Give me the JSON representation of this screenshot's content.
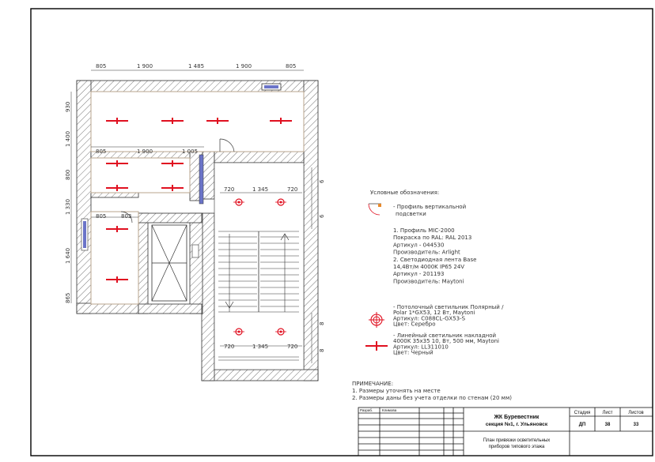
{
  "dimensions": {
    "top_row": [
      "805",
      "1 900",
      "1 485",
      "1 900",
      "805"
    ],
    "second_row": [
      "805",
      "1 900",
      "1 005"
    ],
    "third_row": [
      "805",
      "803"
    ],
    "left_col": [
      "930",
      "1 400",
      "800",
      "1 330",
      "1 640",
      "865"
    ],
    "stair_top": [
      "720",
      "1 345",
      "720"
    ],
    "stair_bottom": [
      "720",
      "1 345",
      "720"
    ],
    "stair_right_top": [
      "6",
      "6"
    ],
    "stair_right_bottom": [
      "8",
      "8"
    ]
  },
  "legend": {
    "title": "Условные обозначения:",
    "profile_label_1": "- Профиль вертикальной",
    "profile_label_2": "подсветки",
    "profile_spec": [
      "1. Профиль MIC-2000",
      "Покраска по RAL: RAL 2013",
      "Артикул -  044530",
      "Производитель: Arlight",
      "2. Светодиодная лента Base",
      "14,4Вт/м 4000K IP65 24V",
      "Артикул - 201193",
      "Производитель: Maytoni"
    ],
    "ceiling_light": [
      "-  Потолочный светильник Полярный /",
      "Polar 1*GX53, 12 Вт,  Maytoni",
      "Артикул: C088CL-GX53-S",
      "Цвет: Серебро"
    ],
    "linear_light": [
      "-  Линейный светильник накладной",
      "4000K 35x35 10, Вт, 500 мм,  Maytoni",
      "Артикул: LL311010",
      "Цвет: Черный"
    ]
  },
  "notes": {
    "title": "ПРИМЕЧАНИЕ:",
    "items": [
      "1. Размеры уточнять на месте",
      "2. Размеры даны без учета отделки по стенам (20 мм)"
    ]
  },
  "title_block": {
    "col_razrab": "Разраб.",
    "col_klimova": "Климова",
    "project_line1": "ЖК Буревестник",
    "project_line2": "секция №1, г. Ульяновск",
    "stage_label": "Стадия",
    "sheet_label": "Лист",
    "sheets_label": "Листов",
    "stage_value": "ДП",
    "sheet_value": "38",
    "sheets_value": "33",
    "drawing_line1": "План привязки осветительных",
    "drawing_line2": "приборов типового этажа"
  },
  "colors": {
    "fixture": "#e01020",
    "wall_line": "#333333",
    "profile_fill": "#6b74c8",
    "frame": "#000000"
  }
}
